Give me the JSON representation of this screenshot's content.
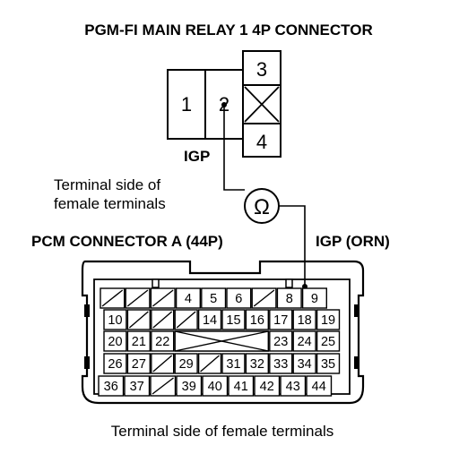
{
  "title": "PGM-FI MAIN RELAY 1 4P CONNECTOR",
  "relay": {
    "terminals": [
      "1",
      "2",
      "3",
      "4"
    ],
    "blocked": true
  },
  "labels": {
    "igp": "IGP",
    "terminal_side_relay": [
      "Terminal side of",
      "female terminals"
    ],
    "pcm_connector": "PCM CONNECTOR A (44P)",
    "igp_orn": "IGP (ORN)",
    "terminal_side_bottom": "Terminal side of female terminals"
  },
  "meter_symbol": "Ω",
  "pcm": {
    "rows": [
      [
        "/",
        "/",
        "/",
        "4",
        "5",
        "6",
        "/",
        "8",
        "9"
      ],
      [
        "10",
        "/",
        "/",
        "/",
        "14",
        "15",
        "16",
        "17",
        "18",
        "19"
      ],
      [
        "20",
        "21",
        "22",
        "X",
        "X",
        "X",
        "X",
        "23",
        "24",
        "25"
      ],
      [
        "26",
        "27",
        "/",
        "29",
        "/",
        "31",
        "32",
        "33",
        "34",
        "35"
      ],
      [
        "36",
        "37",
        "/",
        "39",
        "40",
        "41",
        "42",
        "43",
        "44"
      ]
    ]
  }
}
